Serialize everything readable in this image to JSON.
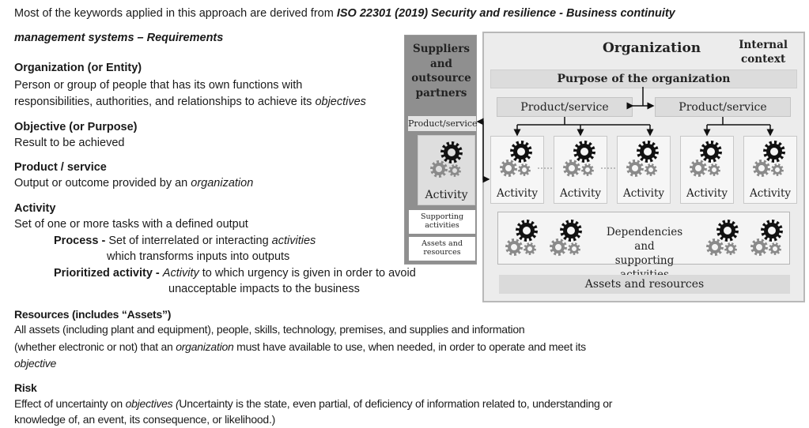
{
  "intro": {
    "prefix": "Most of the keywords applied in this approach are derived from ",
    "source_line1": "ISO 22301 (2019) Security and resilience - Business continuity",
    "source_line2": "management systems – Requirements"
  },
  "definitions": {
    "organization": {
      "term": "Organization  (or Entity)",
      "line1": "Person or group of people that has its own functions with",
      "line2_prefix": "responsibilities, authorities, and relationships to achieve its ",
      "line2_italic": "objectives"
    },
    "objective": {
      "term": "Objective (or Purpose)",
      "line1": "Result to be achieved"
    },
    "product_service": {
      "term": "Product / service",
      "line1_prefix": "Output or outcome provided by an ",
      "line1_italic": "organization"
    },
    "activity": {
      "term": "Activity",
      "line1": "Set of one or more tasks with a defined output",
      "process": {
        "term": "Process - ",
        "line1_prefix": "Set of interrelated or interacting ",
        "line1_italic": "activities",
        "line2": "which transforms inputs into outputs"
      },
      "prioritized": {
        "term": "Prioritized activity - ",
        "line1_italic": "Activity",
        "line1_suffix": " to which urgency is given in order to avoid",
        "line2": "unacceptable impacts to the business"
      }
    },
    "resources": {
      "term": "Resources (includes “Assets”)",
      "line1": "All assets (including plant and equipment), people, skills, technology, premises, and supplies and information",
      "line2_prefix": "(whether electronic or not) that an ",
      "line2_italic": "organization",
      "line2_suffix": " must have available to use, when needed,  in order to operate and meet its",
      "line3_italic": "objective"
    },
    "risk": {
      "term": "Risk",
      "line1_prefix": "Effect of uncertainty on ",
      "line1_italic": "objectives (",
      "line1_suffix": "Uncertainty is the state, even partial, of deficiency of information related to, understanding or",
      "line2": "knowledge of, an event, its consequence,  or likelihood.)"
    }
  },
  "diagram": {
    "suppliers": {
      "title": "Suppliers and outsource partners",
      "title_lines": [
        "Suppliers",
        "and",
        "outsource",
        "partners"
      ],
      "product_service": "Product/service",
      "activity": "Activity",
      "supporting": [
        "Supporting",
        "activities"
      ],
      "assets": [
        "Assets and",
        "resources"
      ]
    },
    "organization": {
      "title": "Organization",
      "context_lines": [
        "Internal",
        "context"
      ],
      "purpose": "Purpose of the organization",
      "products": [
        "Product/service",
        "Product/service"
      ],
      "activities": [
        "Activity",
        "Activity",
        "Activity",
        "Activity",
        "Activity"
      ],
      "dependencies_lines": [
        "Dependencies and",
        "supporting activities"
      ],
      "assets": "Assets and resources"
    },
    "colors": {
      "gear_dark": "#111111",
      "gear_light": "#8a8a8a",
      "supplier_bg": "#8f8f8f",
      "org_bg": "#ececec"
    }
  }
}
